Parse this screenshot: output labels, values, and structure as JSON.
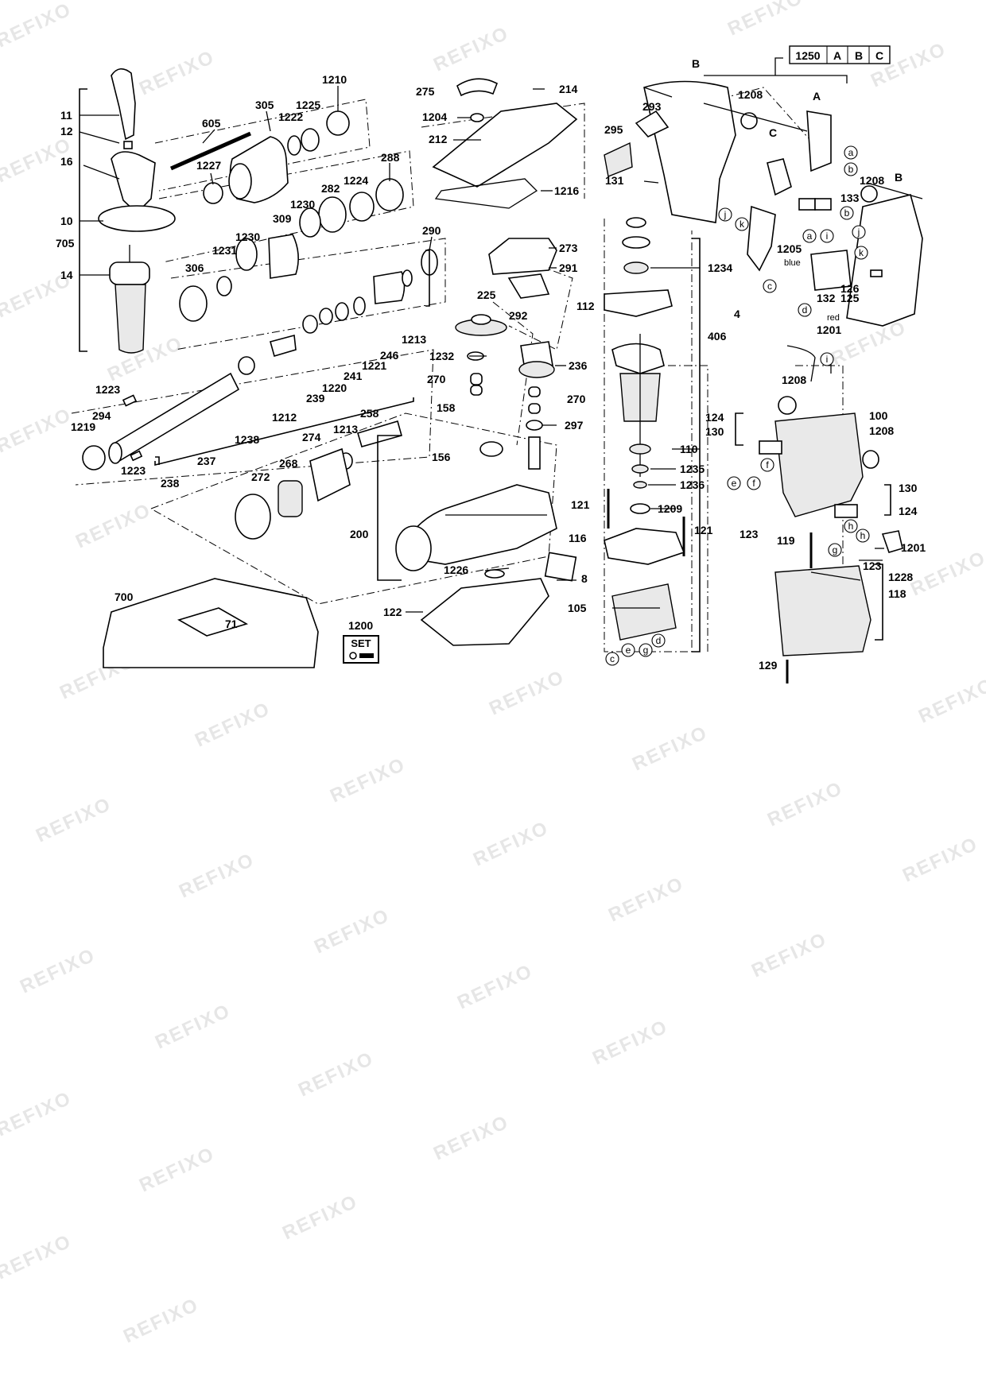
{
  "watermark": "REFIXO",
  "kit_label": "SET",
  "kit_header": {
    "number": "1250",
    "cells": [
      "A",
      "B",
      "C"
    ]
  },
  "wire_colors": [
    "blue",
    "red"
  ],
  "labels": {
    "11": "11",
    "12": "12",
    "16": "16",
    "10": "10",
    "705": "705",
    "14": "14",
    "605": "605",
    "305": "305",
    "1222": "1222",
    "1225": "1225",
    "1210": "1210",
    "1227": "1227",
    "288": "288",
    "282": "282",
    "1224": "1224",
    "1230a": "1230",
    "309": "309",
    "1230b": "1230",
    "1231": "1231",
    "306": "306",
    "290": "290",
    "1213a": "1213",
    "246": "246",
    "1221": "1221",
    "241": "241",
    "1220": "1220",
    "239": "239",
    "1223a": "1223",
    "294": "294",
    "1219": "1219",
    "1223b": "1223",
    "238": "238",
    "237": "237",
    "1212": "1212",
    "1238": "1238",
    "274": "274",
    "1213b": "1213",
    "258": "258",
    "268": "268",
    "272": "272",
    "275": "275",
    "214": "214",
    "1204": "1204",
    "212": "212",
    "1216": "1216",
    "273": "273",
    "291": "291",
    "225": "225",
    "292": "292",
    "1232": "1232",
    "236": "236",
    "270a": "270",
    "270b": "270",
    "158": "158",
    "297": "297",
    "156": "156",
    "200": "200",
    "1226": "1226",
    "8": "8",
    "122": "122",
    "1200": "1200",
    "700": "700",
    "71": "71",
    "293": "293",
    "295": "295",
    "131": "131",
    "1234": "1234",
    "112": "112",
    "406": "406",
    "110": "110",
    "1235": "1235",
    "1236": "1236",
    "121a": "121",
    "1209": "1209",
    "121b": "121",
    "116": "116",
    "105": "105",
    "B1": "B",
    "1208a": "1208",
    "A": "A",
    "C": "C",
    "1208b": "1208",
    "B2": "B",
    "133": "133",
    "1205": "1205",
    "4": "4",
    "132": "132",
    "126": "126",
    "125": "125",
    "1201a": "1201",
    "1208c": "1208",
    "124a": "124",
    "130a": "130",
    "100": "100",
    "1208d": "1208",
    "123a": "123",
    "130b": "130",
    "124b": "124",
    "119": "119",
    "1201b": "1201",
    "123b": "123",
    "1228": "1228",
    "118": "118",
    "129": "129"
  },
  "callouts": [
    "a",
    "b",
    "c",
    "d",
    "e",
    "f",
    "g",
    "h",
    "i",
    "j",
    "k"
  ]
}
